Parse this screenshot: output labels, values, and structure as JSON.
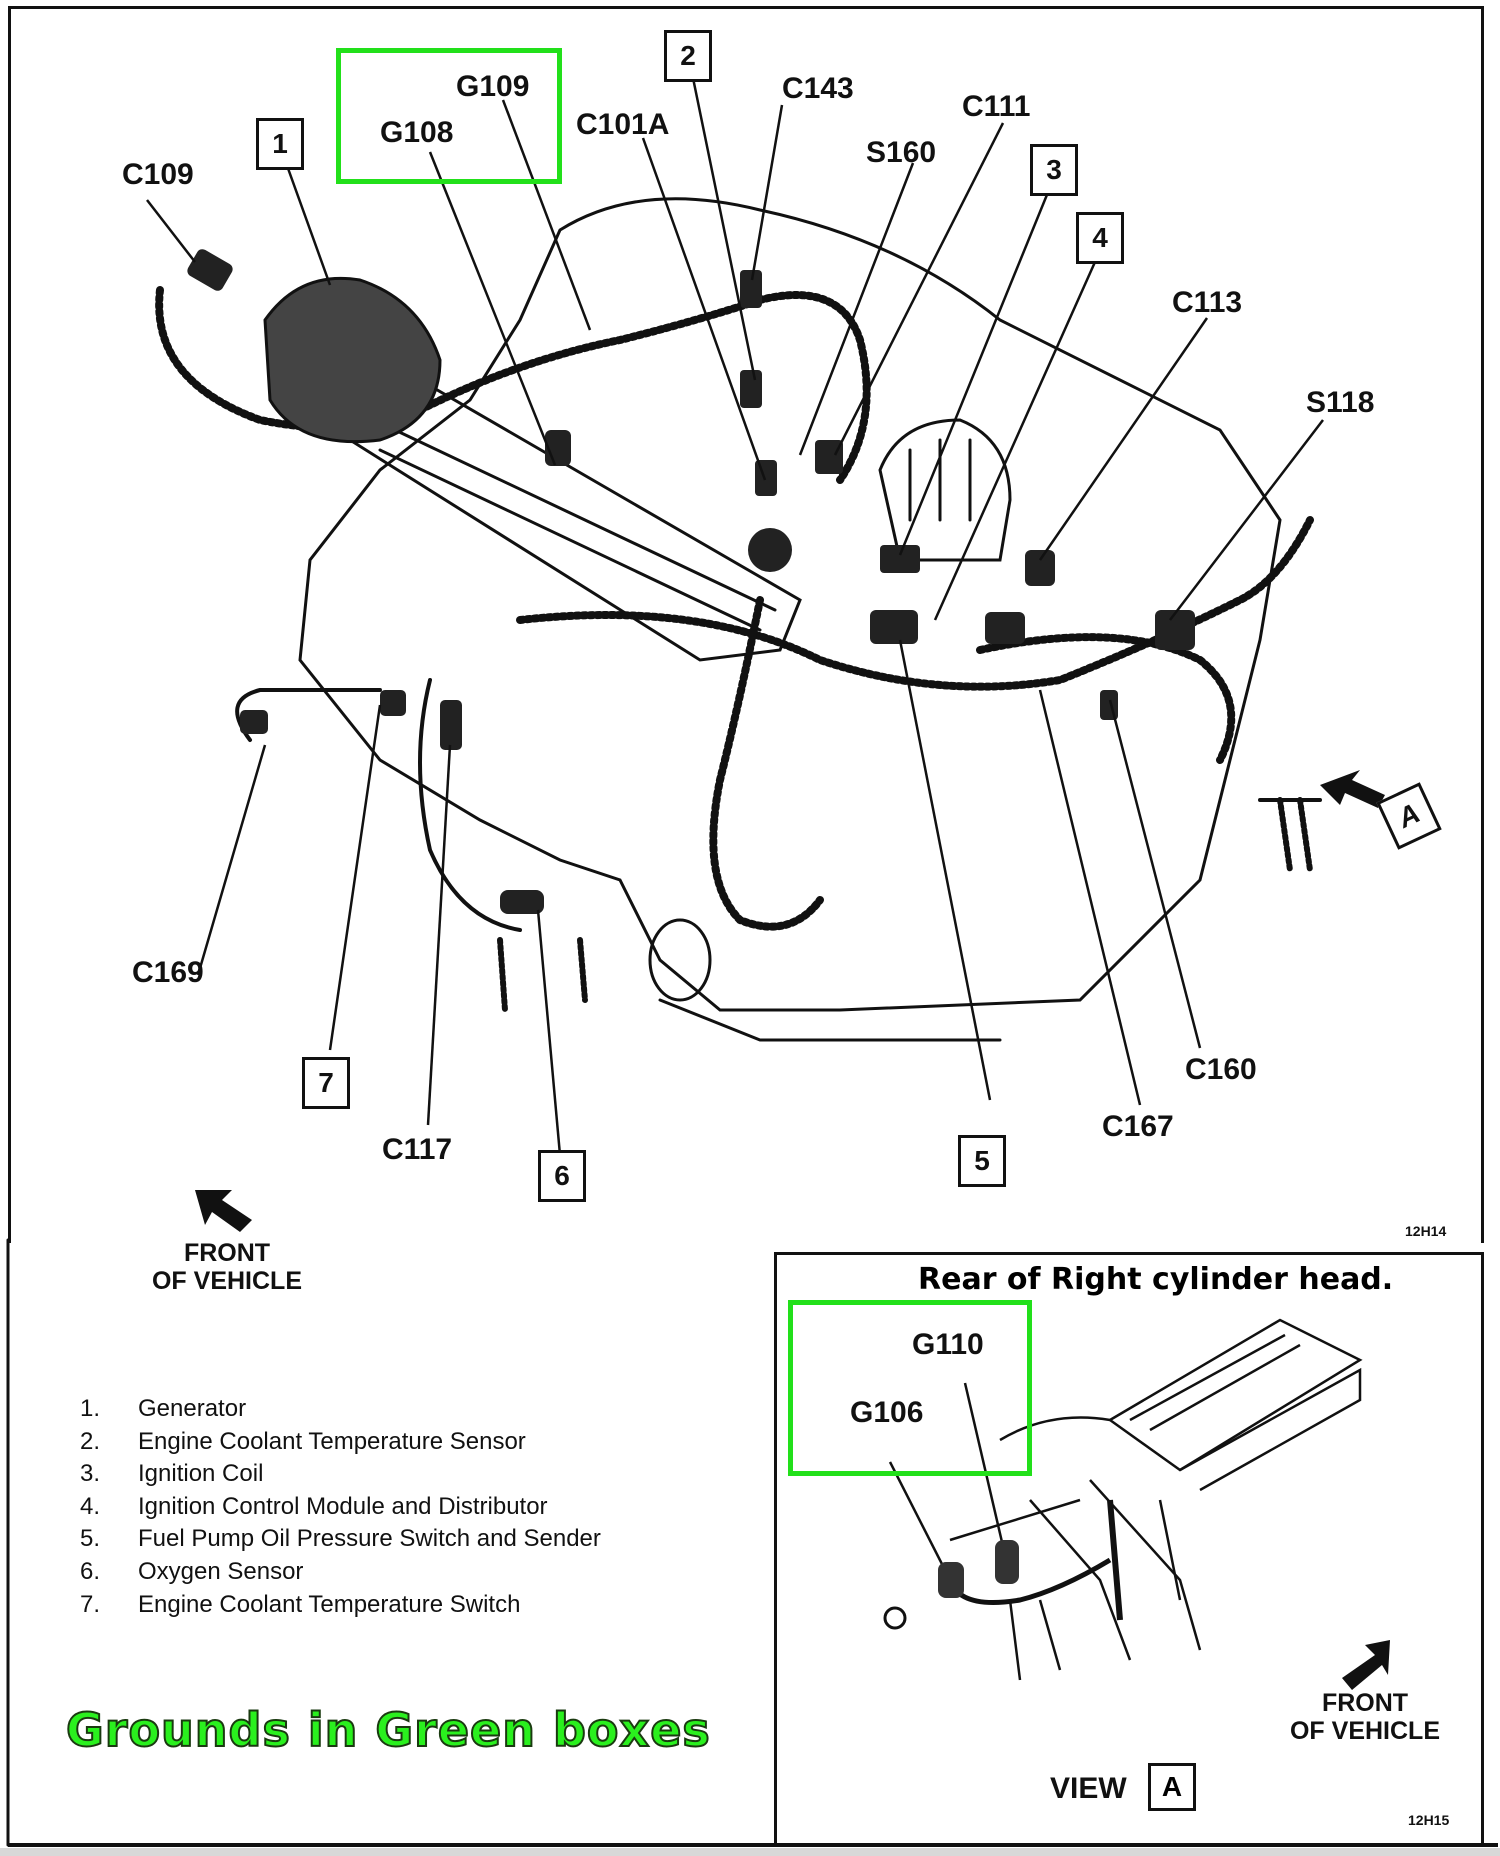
{
  "main_view": {
    "connector_labels": [
      {
        "id": "C109",
        "text": "C109"
      },
      {
        "id": "G108",
        "text": "G108"
      },
      {
        "id": "G109",
        "text": "G109"
      },
      {
        "id": "C101A",
        "text": "C101A"
      },
      {
        "id": "C143",
        "text": "C143"
      },
      {
        "id": "C111",
        "text": "C111"
      },
      {
        "id": "S160",
        "text": "S160"
      },
      {
        "id": "C113",
        "text": "C113"
      },
      {
        "id": "S118",
        "text": "S118"
      },
      {
        "id": "C169",
        "text": "C169"
      },
      {
        "id": "C117",
        "text": "C117"
      },
      {
        "id": "C160",
        "text": "C160"
      },
      {
        "id": "C167",
        "text": "C167"
      }
    ],
    "callout_numbers": [
      "1",
      "2",
      "3",
      "4",
      "5",
      "6",
      "7"
    ],
    "view_marker": "A",
    "front_label_line1": "FRONT",
    "front_label_line2": "OF VEHICLE",
    "figure_id": "12H14"
  },
  "legend": [
    {
      "num": "1.",
      "text": "Generator"
    },
    {
      "num": "2.",
      "text": "Engine Coolant Temperature Sensor"
    },
    {
      "num": "3.",
      "text": "Ignition Coil"
    },
    {
      "num": "4.",
      "text": "Ignition Control Module and Distributor"
    },
    {
      "num": "5.",
      "text": "Fuel Pump Oil Pressure Switch and Sender"
    },
    {
      "num": "6.",
      "text": "Oxygen Sensor"
    },
    {
      "num": "7.",
      "text": "Engine Coolant Temperature Switch"
    }
  ],
  "annotation": {
    "grounds_note": "Grounds in Green boxes",
    "view_a_note": "Rear of Right cylinder head.",
    "highlight_color": "#22e01a"
  },
  "view_a": {
    "labels": [
      {
        "id": "G110",
        "text": "G110"
      },
      {
        "id": "G106",
        "text": "G106"
      }
    ],
    "front_label_line1": "FRONT",
    "front_label_line2": "OF VEHICLE",
    "view_text": "VIEW",
    "view_letter": "A",
    "figure_id": "12H15"
  }
}
